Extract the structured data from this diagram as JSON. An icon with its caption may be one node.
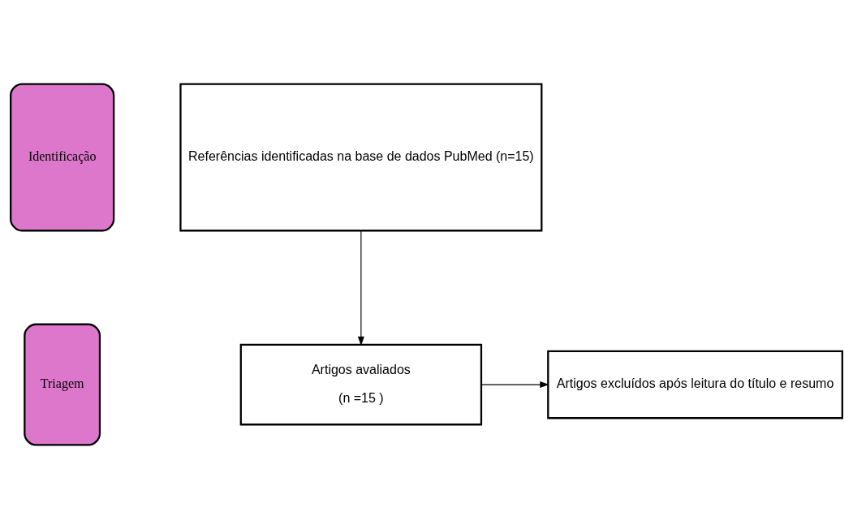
{
  "diagram": {
    "nodes": [
      {
        "text": [
          "Identificação"
        ]
      },
      {
        "text": [
          "Referências identificadas na base de dados PubMed (n=15)"
        ]
      },
      {
        "text": [
          "Triagem"
        ]
      },
      {
        "text": [
          "Artigos avaliados",
          "(n =15 )"
        ]
      },
      {
        "text": [
          "Artigos excluídos após leitura do título e resumo"
        ]
      }
    ],
    "edges": [
      {
        "from": 1,
        "to": 3,
        "arrow": "to"
      },
      {
        "from": 3,
        "to": 4,
        "arrow": "to"
      }
    ]
  }
}
